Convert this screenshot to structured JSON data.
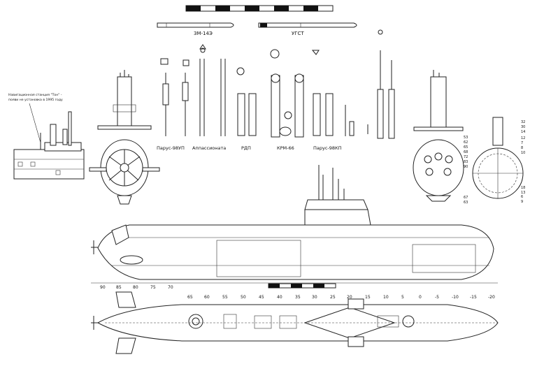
{
  "annotation": {
    "line1": "Навигационная станция \"Тон\" -",
    "line2": "появи не установка в 1995 году"
  },
  "weapons": {
    "torpedo_1": "ЗМ-14Э",
    "torpedo_2": "УГСТ"
  },
  "masts": {
    "parus98up": "Парус-98УП",
    "apparatus": "Аппассионата",
    "rdp": "РДП",
    "krm66": "КРМ-66",
    "parus98kp": "Парус-98КП"
  },
  "ruler_top": [
    "90",
    "85",
    "80",
    "75",
    "70"
  ],
  "ruler_bottom": [
    "65",
    "60",
    "55",
    "50",
    "45",
    "40",
    "35",
    "30",
    "25",
    "20",
    "15",
    "10",
    "5",
    "0",
    "-5",
    "-10",
    "-15",
    "-20"
  ],
  "callouts": [
    "32",
    "30",
    "14",
    "12",
    "7",
    "8",
    "10",
    "53",
    "62",
    "65",
    "68",
    "72",
    "83",
    "90",
    "18",
    "13",
    "6",
    "9",
    "67",
    "63"
  ]
}
